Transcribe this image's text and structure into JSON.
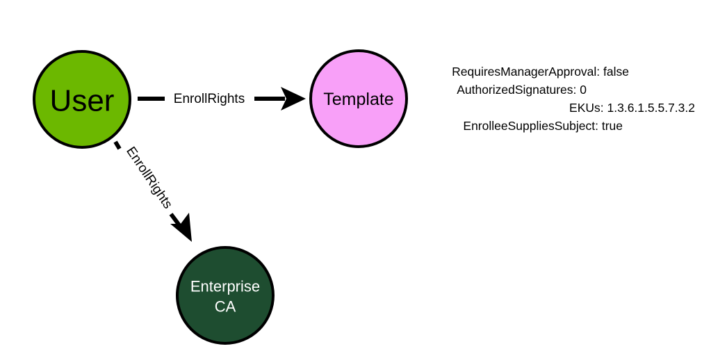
{
  "nodes": {
    "user": {
      "label": "User",
      "fill": "#6cb800",
      "text_color": "#000000"
    },
    "template": {
      "label": "Template",
      "fill": "#f8a0f8",
      "text_color": "#000000"
    },
    "enterprise_ca": {
      "label_line1": "Enterprise",
      "label_line2": "CA",
      "fill": "#1e4d30",
      "text_color": "#ffffff"
    }
  },
  "edges": {
    "user_to_template": {
      "label": "EnrollRights"
    },
    "user_to_ca": {
      "label": "EnrollRights"
    }
  },
  "template_properties": [
    {
      "text": "RequiresManagerApproval: false"
    },
    {
      "text": "AuthorizedSignatures: 0"
    },
    {
      "text": "EKUs: 1.3.6.1.5.5.7.3.2"
    },
    {
      "text": "EnrolleeSuppliesSubject: true"
    }
  ]
}
